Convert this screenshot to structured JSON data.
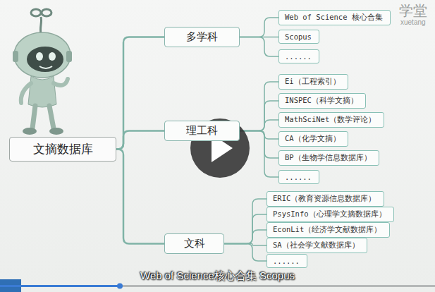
{
  "diagram": {
    "nodes": [
      {
        "text": [
          "文摘数据库"
        ]
      },
      {
        "text": [
          "多学科"
        ]
      },
      {
        "text": [
          "Web of Science 核心合集"
        ]
      },
      {
        "text": [
          "Scopus"
        ]
      },
      {
        "text": [
          "......"
        ]
      },
      {
        "text": [
          "理工科"
        ]
      },
      {
        "text": [
          "Ei（工程索引）"
        ]
      },
      {
        "text": [
          "INSPEC（科学文摘）"
        ]
      },
      {
        "text": [
          "MathSciNet（数学评论）"
        ]
      },
      {
        "text": [
          "CA（化学文摘）"
        ]
      },
      {
        "text": [
          "BP（生物学信息数据库）"
        ]
      },
      {
        "text": [
          "......"
        ]
      },
      {
        "text": [
          "文科"
        ]
      },
      {
        "text": [
          "ERIC（教育资源信息数据库）"
        ]
      },
      {
        "text": [
          "PsysInfo（心理学文摘数据库）"
        ]
      },
      {
        "text": [
          "EconLit（经济学文献数据库）"
        ]
      },
      {
        "text": [
          "SA（社会学文献数据库）"
        ]
      },
      {
        "text": [
          "......"
        ]
      }
    ],
    "edges": [
      {
        "from": 0,
        "to": 1,
        "arrow": "none"
      },
      {
        "from": 0,
        "to": 5,
        "arrow": "none"
      },
      {
        "from": 0,
        "to": 12,
        "arrow": "none"
      },
      {
        "from": 1,
        "to": 2,
        "arrow": "none"
      },
      {
        "from": 1,
        "to": 3,
        "arrow": "none"
      },
      {
        "from": 1,
        "to": 4,
        "arrow": "none"
      },
      {
        "from": 5,
        "to": 6,
        "arrow": "none"
      },
      {
        "from": 5,
        "to": 7,
        "arrow": "none"
      },
      {
        "from": 5,
        "to": 8,
        "arrow": "none"
      },
      {
        "from": 5,
        "to": 9,
        "arrow": "none"
      },
      {
        "from": 5,
        "to": 10,
        "arrow": "none"
      },
      {
        "from": 5,
        "to": 11,
        "arrow": "none"
      },
      {
        "from": 12,
        "to": 13,
        "arrow": "none"
      },
      {
        "from": 12,
        "to": 14,
        "arrow": "none"
      },
      {
        "from": 12,
        "to": 15,
        "arrow": "none"
      },
      {
        "from": 12,
        "to": 16,
        "arrow": "none"
      },
      {
        "from": 12,
        "to": 17,
        "arrow": "none"
      }
    ],
    "labels": [
      "学堂",
      "xuetang",
      "Web of Science核心合集 Scopus"
    ]
  }
}
